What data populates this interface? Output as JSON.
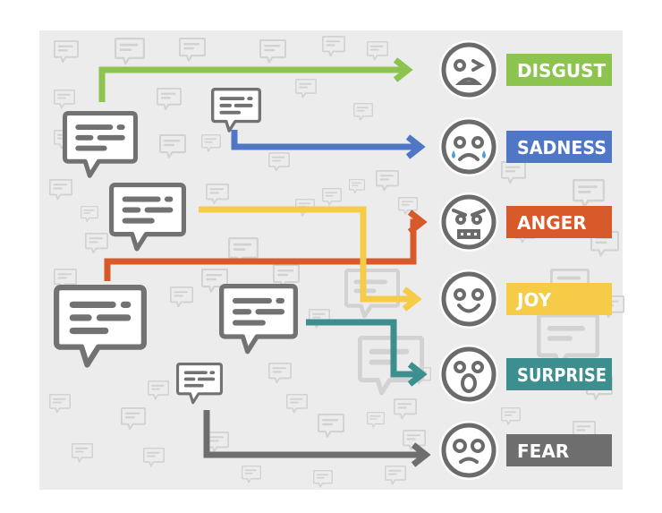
{
  "diagram": {
    "emotions": [
      {
        "label": "DISGUST",
        "face": "disgust-face-icon",
        "color": "#8dc450"
      },
      {
        "label": "SADNESS",
        "face": "sad-face-icon",
        "color": "#4f77c6"
      },
      {
        "label": "ANGER",
        "face": "angry-face-icon",
        "color": "#d85a2a"
      },
      {
        "label": "JOY",
        "face": "joy-face-icon",
        "color": "#f5cb47"
      },
      {
        "label": "SURPRISE",
        "face": "surprise-face-icon",
        "color": "#3d8e8e"
      },
      {
        "label": "FEAR",
        "face": "fear-face-icon",
        "color": "#6e6e6e"
      }
    ],
    "colors": {
      "background": "#ececec",
      "bubble": "#727272",
      "faded_bubble": "#d2d2d2",
      "teardrop": "#4a9fdc"
    }
  }
}
